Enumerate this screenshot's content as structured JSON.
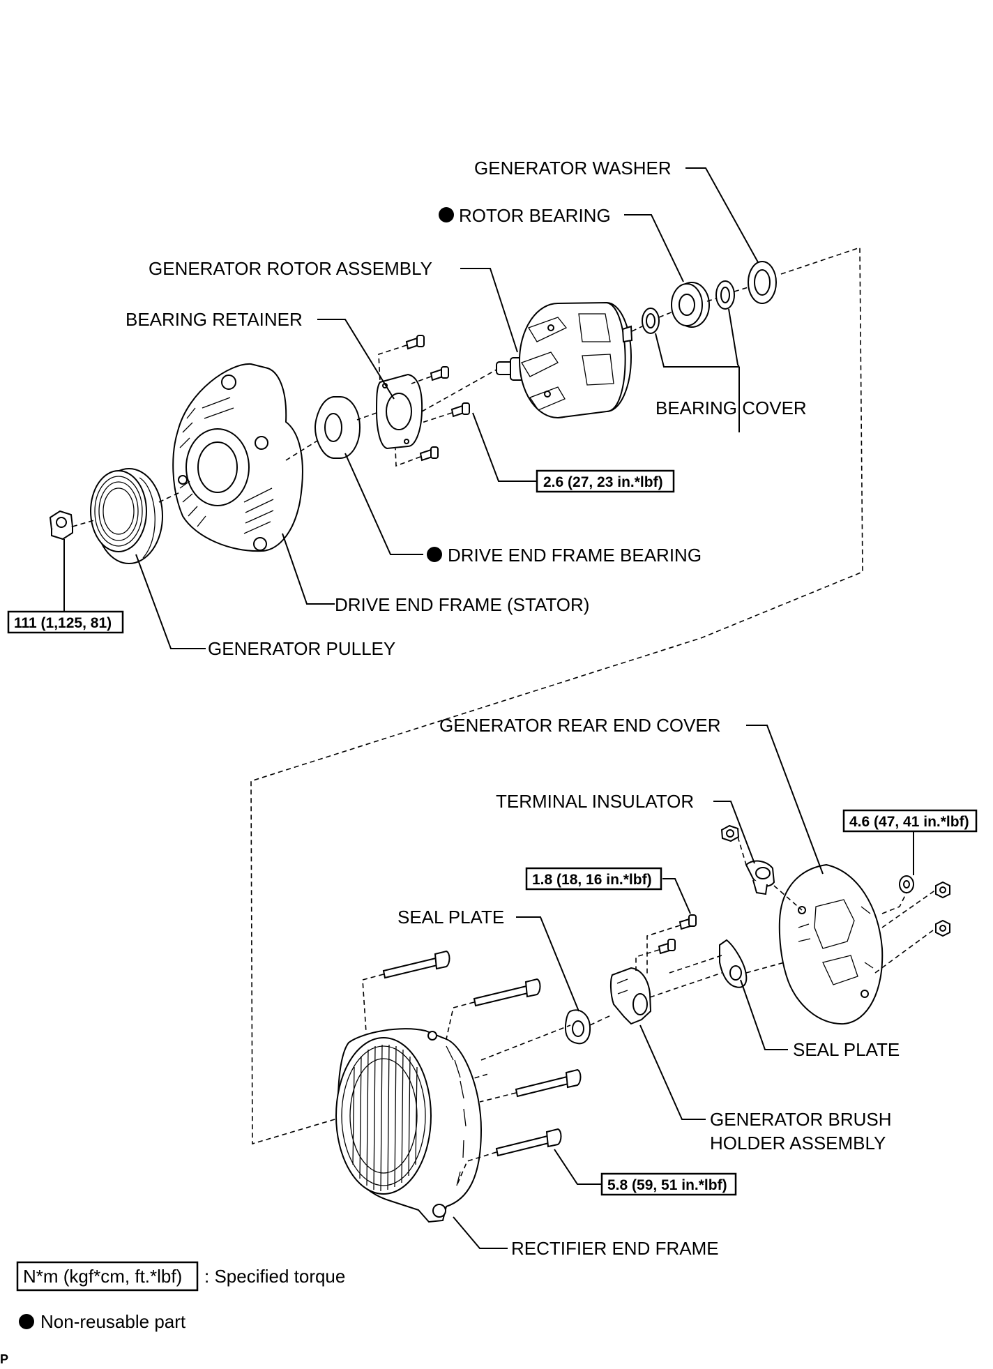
{
  "labels": {
    "generator_washer": "GENERATOR WASHER",
    "rotor_bearing": "ROTOR BEARING",
    "generator_rotor_assembly": "GENERATOR ROTOR ASSEMBLY",
    "bearing_retainer": "BEARING RETAINER",
    "bearing_cover": "BEARING COVER",
    "drive_end_frame_bearing": "DRIVE END FRAME BEARING",
    "drive_end_frame_stator": "DRIVE END FRAME (STATOR)",
    "generator_pulley": "GENERATOR PULLEY",
    "generator_rear_end_cover": "GENERATOR REAR END COVER",
    "terminal_insulator": "TERMINAL INSULATOR",
    "seal_plate_left": "SEAL PLATE",
    "seal_plate_right": "SEAL PLATE",
    "brush_holder_line1": "GENERATOR BRUSH",
    "brush_holder_line2": "HOLDER ASSEMBLY",
    "rectifier_end_frame": "RECTIFIER END FRAME"
  },
  "torques": {
    "retainer_screw": "2.6 (27, 23 in.*lbf)",
    "pulley_nut": "111 (1,125, 81)",
    "rear_cover_nut": "4.6 (47, 41 in.*lbf)",
    "brush_holder_screw": "1.8 (18, 16 in.*lbf)",
    "through_bolt": "5.8 (59, 51 in.*lbf)"
  },
  "legend": {
    "torque_box": "N*m (kgf*cm, ft.*lbf)",
    "torque_text": ": Specified torque",
    "nonreusable_text": "Non-reusable part"
  },
  "corner_mark": "P"
}
